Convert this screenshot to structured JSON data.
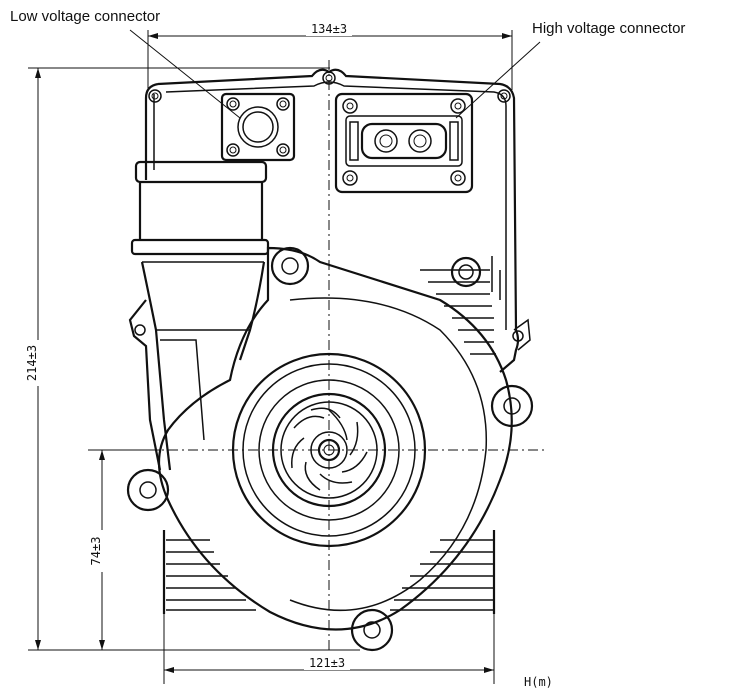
{
  "labels": {
    "low_voltage": "Low voltage connector",
    "high_voltage": "High voltage connector",
    "unit": "H(m)"
  },
  "dimensions": {
    "top_width": "134±3",
    "bottom_width": "121±3",
    "height": "214±3",
    "center_height": "74±3"
  }
}
